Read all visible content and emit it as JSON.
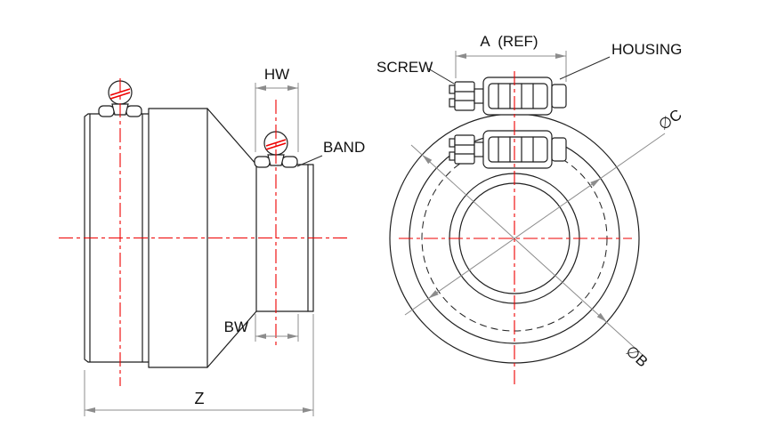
{
  "drawing": {
    "labels": {
      "hw": "HW",
      "bw": "BW",
      "z": "Z",
      "band": "BAND",
      "screw": "SCREW",
      "housing": "HOUSING",
      "a_ref": "A  (REF)",
      "dia_c": "∅C",
      "dia_b": "∅B"
    },
    "colors": {
      "geometry": "#1f1f1f",
      "centerline": "#ee0000",
      "dimension": "#8c8c8c",
      "label-text": "#111111"
    }
  }
}
